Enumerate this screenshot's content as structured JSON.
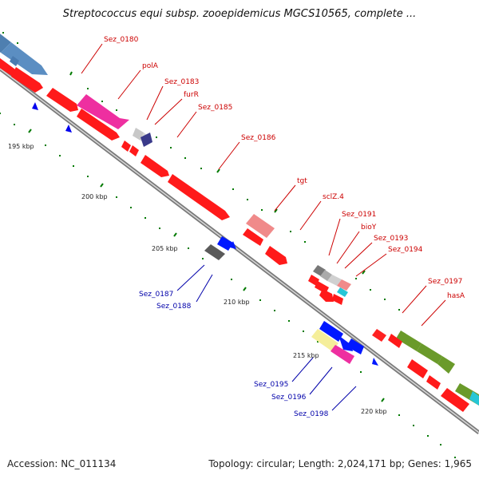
{
  "title": "Streptococcus equi subsp. zooepidemicus MGCS10565, complete ...",
  "footer": {
    "accession": "Accession: NC_011134",
    "info": "Topology: circular; Length: 2,024,171 bp; Genes: 1,965"
  },
  "colors": {
    "backbone": "#7a7a7a",
    "forward_label": "#cc0000",
    "reverse_label": "#0000aa",
    "tick": "#007a00"
  },
  "scale_labels": [
    "195 kbp",
    "200 kbp",
    "205 kbp",
    "210 kbp",
    "215 kbp",
    "220 kbp"
  ],
  "forward_labels": [
    "Sez_0180",
    "polA",
    "Sez_0183",
    "furR",
    "Sez_0185",
    "Sez_0186",
    "tgt",
    "sclZ.4",
    "Sez_0191",
    "bioY",
    "Sez_0193",
    "Sez_0194",
    "Sez_0197",
    "hasA"
  ],
  "reverse_labels": [
    "Sez_0187",
    "Sez_0188",
    "Sez_0195",
    "Sez_0196",
    "Sez_0198"
  ]
}
